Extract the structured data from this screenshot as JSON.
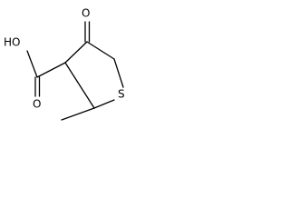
{
  "molecule": {
    "atoms": {
      "oxygen_ketone": "O",
      "hydroxyl": "HO",
      "oxygen_carbonyl": "O",
      "sulfur": "S"
    },
    "colors": {
      "bond": "#000000",
      "label": "#000000",
      "background": "#ffffff"
    }
  }
}
